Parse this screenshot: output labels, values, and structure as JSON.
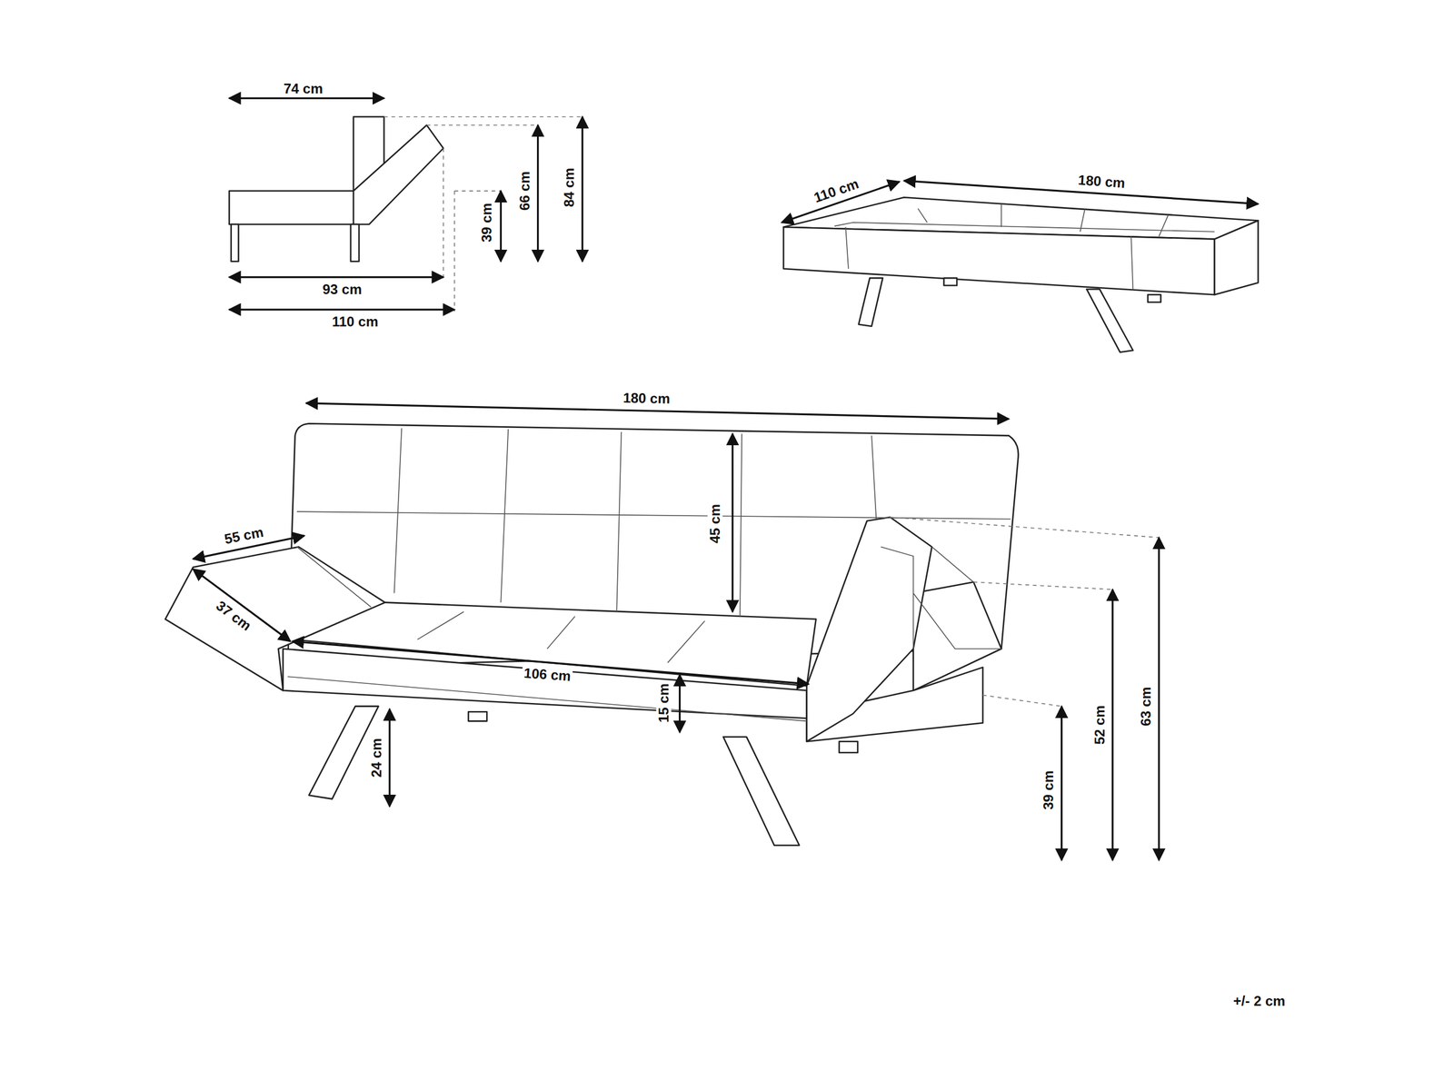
{
  "diagram": {
    "labels": [
      "74 cm",
      "66 cm",
      "84 cm",
      "39 cm",
      "93 cm",
      "110 cm",
      "110 cm",
      "180 cm",
      "180 cm",
      "45 cm",
      "55 cm",
      "37 cm",
      "106 cm",
      "15 cm",
      "24 cm",
      "39 cm",
      "52 cm",
      "63 cm",
      "+/- 2 cm"
    ]
  }
}
